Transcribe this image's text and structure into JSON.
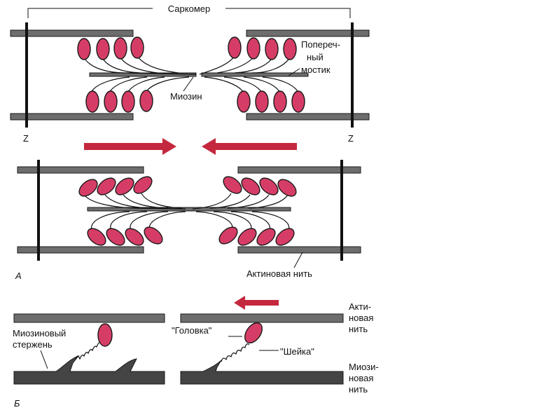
{
  "labels": {
    "sarcomere": "Саркомер",
    "cross_bridge_1": "Попереч-",
    "cross_bridge_2": "ный",
    "cross_bridge_3": "мостик",
    "myosin": "Миозин",
    "z_left": "Z",
    "z_right": "Z",
    "panel_a": "А",
    "actin_filament": "Актиновая нить",
    "myosin_rod_1": "Миозиновый",
    "myosin_rod_2": "стержень",
    "head": "\"Головка\"",
    "neck": "\"Шейка\"",
    "actin_right_1": "Акти-",
    "actin_right_2": "новая",
    "actin_right_3": "нить",
    "myosin_right_1": "Миози-",
    "myosin_right_2": "новая",
    "myosin_right_3": "нить",
    "panel_b": "Б"
  },
  "colors": {
    "myosin_head": "#d63d66",
    "arrow": "#c4283e",
    "filament": "#6d6d6d"
  }
}
